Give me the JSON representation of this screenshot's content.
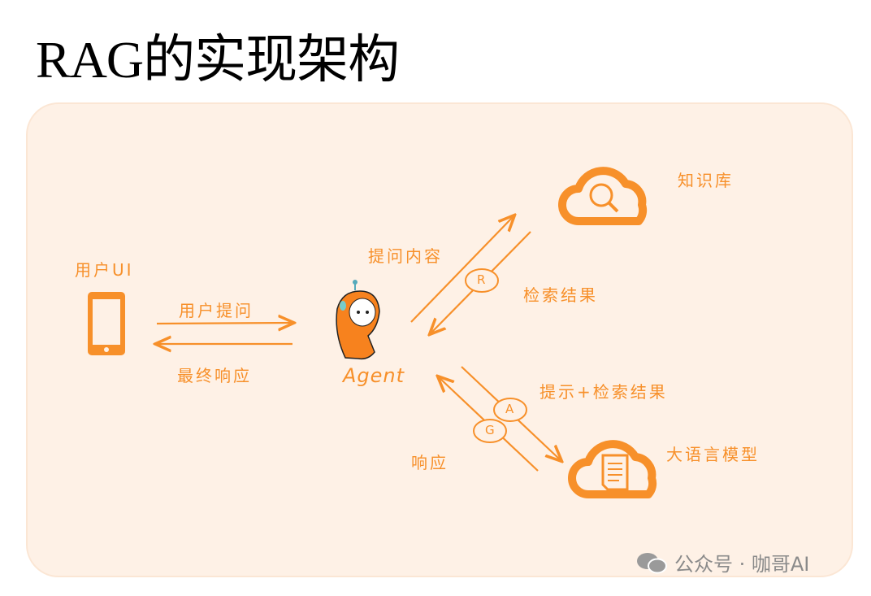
{
  "title": "RAG的实现架构",
  "nodes": {
    "user": "用户UI",
    "agent": "Agent",
    "kb": "知识库",
    "llm": "大语言模型"
  },
  "edges": {
    "ask": "用户提问",
    "final": "最终响应",
    "query": "提问内容",
    "results": "检索结果",
    "prompt": "提示+检索结果",
    "response": "响应"
  },
  "badges": {
    "r": "R",
    "a": "A",
    "g": "G"
  },
  "watermark": "公众号 · 咖哥AI",
  "colors": {
    "accent": "#f7902a",
    "panel": "#fef1e6"
  }
}
